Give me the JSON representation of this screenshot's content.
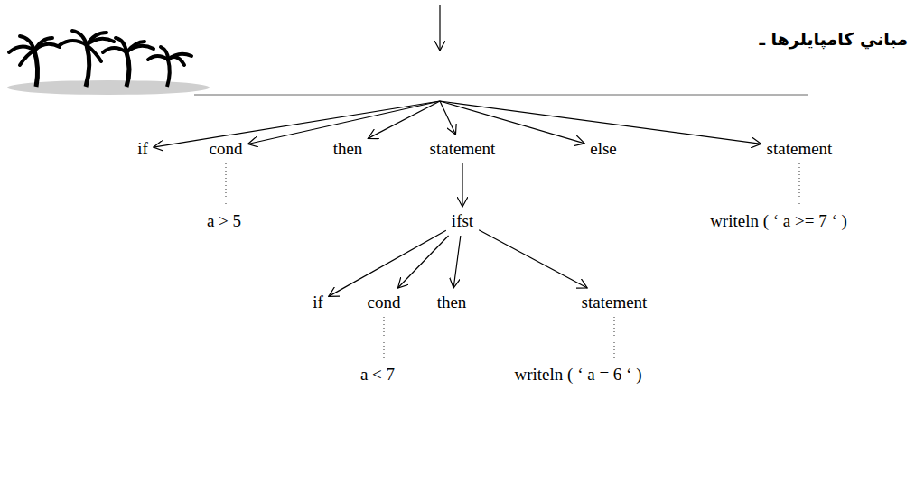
{
  "diagram": {
    "nodes": [
      {
        "text": [
          "if"
        ]
      },
      {
        "text": [
          "cond"
        ]
      },
      {
        "text": [
          "then"
        ]
      },
      {
        "text": [
          "statement"
        ]
      },
      {
        "text": [
          "else"
        ]
      },
      {
        "text": [
          "statement"
        ]
      },
      {
        "text": [
          "a > 5"
        ]
      },
      {
        "text": [
          "ifst"
        ]
      },
      {
        "text": [
          "writeln ( ‘ a >= 7 ‘ )"
        ]
      },
      {
        "text": [
          "if"
        ]
      },
      {
        "text": [
          "cond"
        ]
      },
      {
        "text": [
          "then"
        ]
      },
      {
        "text": [
          "statement"
        ]
      },
      {
        "text": [
          "a < 7"
        ]
      },
      {
        "text": [
          "writeln ( ‘ a = 6 ‘ )"
        ]
      }
    ],
    "edges": [
      {
        "from": 3,
        "to": 7,
        "arrow": "to"
      },
      {
        "from": 7,
        "to": 9,
        "arrow": "to"
      },
      {
        "from": 7,
        "to": 10,
        "arrow": "to"
      },
      {
        "from": 7,
        "to": 11,
        "arrow": "to"
      },
      {
        "from": 7,
        "to": 12,
        "arrow": "to"
      },
      {
        "from": 1,
        "to": 6,
        "arrow": "none"
      },
      {
        "from": 5,
        "to": 8,
        "arrow": "none"
      },
      {
        "from": 10,
        "to": 13,
        "arrow": "none"
      },
      {
        "from": 12,
        "to": 14,
        "arrow": "none"
      }
    ],
    "labels": [
      "مباني كامپايلرها ـ"
    ]
  }
}
